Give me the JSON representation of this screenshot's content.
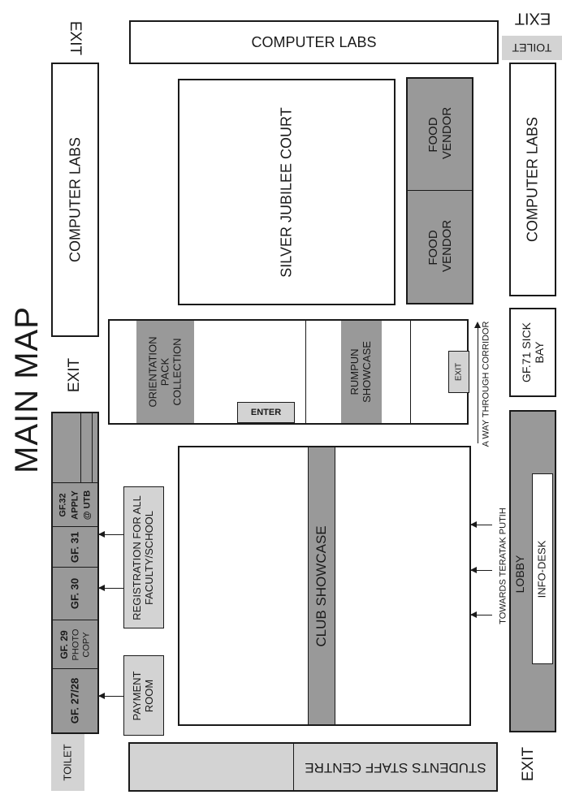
{
  "title": "MAIN MAP",
  "exits": {
    "top_left": "EXIT",
    "top_right": "EXIT",
    "middle": "EXIT",
    "bottom_right": "EXIT",
    "corridor_exit": "EXIT"
  },
  "toilets": {
    "top_right": "TOILET",
    "bottom_left": "TOILET"
  },
  "computer_labs": {
    "top": "COMPUTER LABS",
    "left": "COMPUTER LABS",
    "right": "COMPUTER LABS"
  },
  "silver_jubilee_court": "SILVER JUBILEE COURT",
  "food_vendor_1": "FOOD VENDOR",
  "food_vendor_2": "FOOD VENDOR",
  "orientation_pack": "ORIENTATION PACK COLLECTION",
  "enter": "ENTER",
  "rumpun_showcase": "RUMPUN SHOWCASE",
  "corridor_label": "A WAY THROUGH CORRIDOR",
  "sick_bay": "GF.71 SICK BAY",
  "club_showcase": "CLUB SHOWCASE",
  "towards_label": "TOWARDS TERATAK PUTIH",
  "lobby": "LOBBY",
  "info_desk": "INFO-DESK",
  "rooms": {
    "gf32": "GF.32",
    "apply": "APPLY",
    "utb": "@ UTB",
    "gf31": "GF. 31",
    "gf30": "GF. 30",
    "gf29": "GF. 29",
    "photo": "PHOTO",
    "copy": "COPY",
    "gf2728": "GF. 27/28"
  },
  "registration": "REGISTRATION FOR ALL FACULTY/SCHOOL",
  "payment_room": "PAYMENT ROOM",
  "students_staff_centre": "STUDENTS STAFF CENTRE",
  "colors": {
    "dark_grey": "#999999",
    "light_grey": "#d3d3d3",
    "outline": "#1a1a1a"
  }
}
